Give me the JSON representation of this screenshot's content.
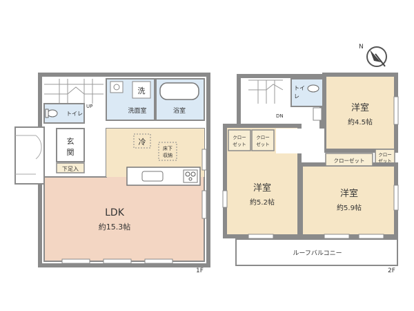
{
  "floor1": {
    "floor_label": "1F",
    "rooms": {
      "wash": "洗",
      "washroom": "洗面室",
      "bath": "浴室",
      "toilet": "トイレ",
      "up": "UP",
      "entrance_1": "玄",
      "entrance_2": "関",
      "shoe_box": "下足入",
      "fridge": "冷",
      "underfloor_1": "床下",
      "underfloor_2": "収納",
      "ldk": "LDK",
      "ldk_size": "約15.3帖"
    }
  },
  "floor2": {
    "floor_label": "2F",
    "rooms": {
      "toilet_1": "トイ",
      "toilet_2": "レ",
      "down": "DN",
      "western_a": "洋室",
      "western_a_size": "約4.5帖",
      "closet_1a": "クロー",
      "closet_1b": "ゼット",
      "closet_2a": "クロー",
      "closet_2b": "ゼット",
      "closet_long": "クローゼット",
      "closet_3a": "クロー",
      "closet_3b": "ゼット",
      "western_b": "洋室",
      "western_b_size": "約5.2帖",
      "western_c": "洋室",
      "western_c_size": "約5.9帖",
      "roof_balcony": "ルーフバルコニー"
    }
  },
  "compass": {
    "north_label": "N"
  },
  "colors": {
    "wall": "#8a8a8a",
    "room_wood": "#f6e6c6",
    "room_water": "#dbe9f5",
    "room_plain": "#ffffff",
    "ldk": "#f3d6c3",
    "closet": "#f8eed4",
    "text": "#333333"
  }
}
